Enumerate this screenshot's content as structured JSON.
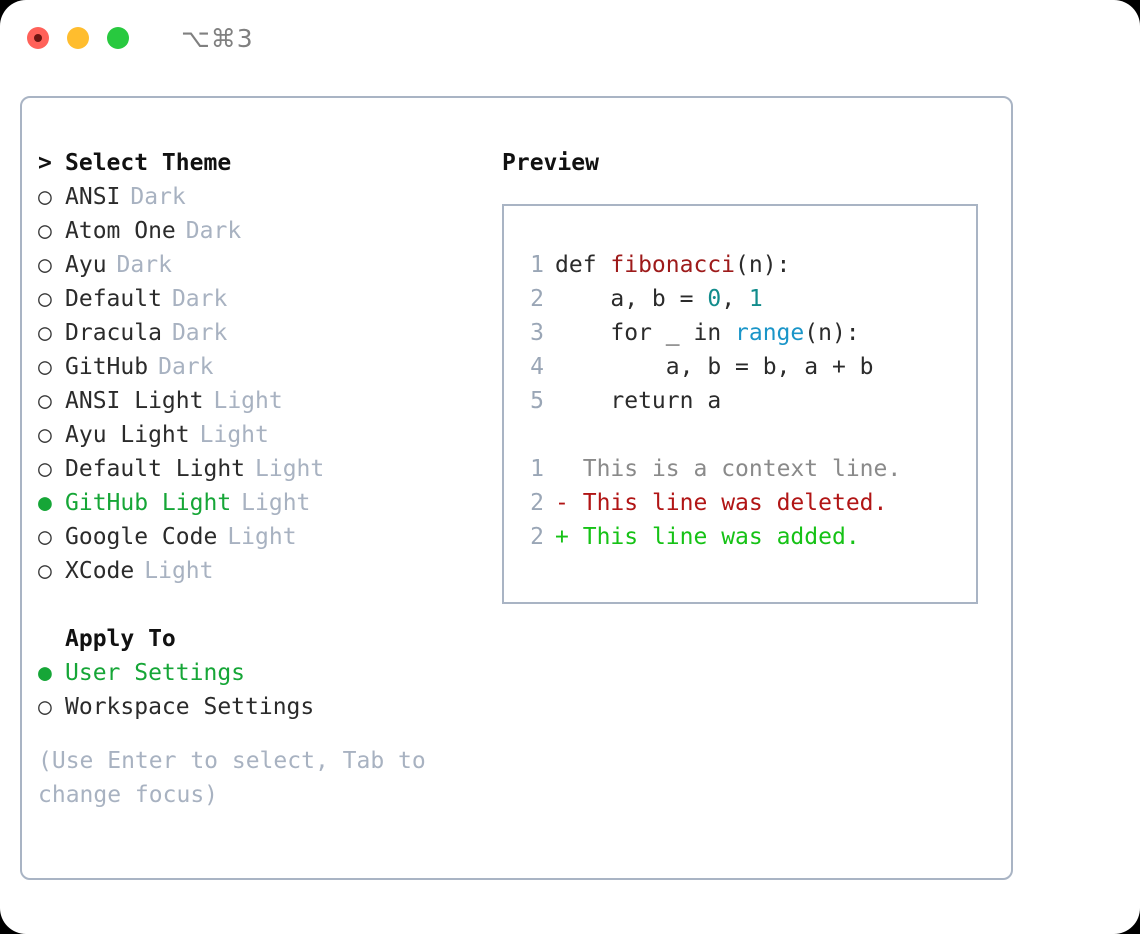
{
  "titlebar": {
    "shortcut": "⌥⌘3",
    "lights": [
      "close",
      "minimize",
      "zoom"
    ]
  },
  "theme_selector": {
    "header_marker": ">",
    "header_label": "Select Theme",
    "items": [
      {
        "marker": "○",
        "label": "ANSI",
        "tag": "Dark",
        "selected": false
      },
      {
        "marker": "○",
        "label": "Atom One",
        "tag": "Dark",
        "selected": false
      },
      {
        "marker": "○",
        "label": "Ayu",
        "tag": "Dark",
        "selected": false
      },
      {
        "marker": "○",
        "label": "Default",
        "tag": "Dark",
        "selected": false
      },
      {
        "marker": "○",
        "label": "Dracula",
        "tag": "Dark",
        "selected": false
      },
      {
        "marker": "○",
        "label": "GitHub",
        "tag": "Dark",
        "selected": false
      },
      {
        "marker": "○",
        "label": "ANSI Light",
        "tag": "Light",
        "selected": false
      },
      {
        "marker": "○",
        "label": "Ayu Light",
        "tag": "Light",
        "selected": false
      },
      {
        "marker": "○",
        "label": "Default Light",
        "tag": "Light",
        "selected": false
      },
      {
        "marker": "●",
        "label": "GitHub Light",
        "tag": "Light",
        "selected": true
      },
      {
        "marker": "○",
        "label": "Google Code",
        "tag": "Light",
        "selected": false
      },
      {
        "marker": "○",
        "label": "XCode",
        "tag": "Light",
        "selected": false
      }
    ]
  },
  "apply_to": {
    "header_label": "Apply To",
    "items": [
      {
        "marker": "●",
        "label": "User Settings",
        "selected": true
      },
      {
        "marker": "○",
        "label": "Workspace Settings",
        "selected": false
      }
    ]
  },
  "hint": "(Use Enter to select, Tab to change focus)",
  "preview": {
    "title": "Preview",
    "code_lines": [
      {
        "no": "1",
        "segments": [
          {
            "text": "def ",
            "tok": "plain"
          },
          {
            "text": "fibonacci",
            "tok": "fn"
          },
          {
            "text": "(n):",
            "tok": "plain"
          }
        ]
      },
      {
        "no": "2",
        "segments": [
          {
            "text": "    a, b = ",
            "tok": "plain"
          },
          {
            "text": "0",
            "tok": "num"
          },
          {
            "text": ", ",
            "tok": "plain"
          },
          {
            "text": "1",
            "tok": "num"
          }
        ]
      },
      {
        "no": "3",
        "segments": [
          {
            "text": "    for _ in ",
            "tok": "plain"
          },
          {
            "text": "range",
            "tok": "call"
          },
          {
            "text": "(n):",
            "tok": "plain"
          }
        ]
      },
      {
        "no": "4",
        "segments": [
          {
            "text": "        a, b = b, a + b",
            "tok": "plain"
          }
        ]
      },
      {
        "no": "5",
        "segments": [
          {
            "text": "    return a",
            "tok": "plain"
          }
        ]
      }
    ],
    "diff_lines": [
      {
        "no": "1",
        "sign": " ",
        "text": "This is a context line.",
        "kind": "ctx"
      },
      {
        "no": "2",
        "sign": "-",
        "text": "This line was deleted.",
        "kind": "del"
      },
      {
        "no": "2",
        "sign": "+",
        "text": "This line was added.",
        "kind": "add"
      }
    ]
  },
  "colors": {
    "accent_green": "#16a637",
    "muted": "#a8b2c1",
    "border": "#a9b4c4",
    "fn_red": "#9d1a1a",
    "num_teal": "#128c8c",
    "call_blue": "#1a95c8",
    "diff_del": "#b11515",
    "diff_add": "#16c216"
  }
}
